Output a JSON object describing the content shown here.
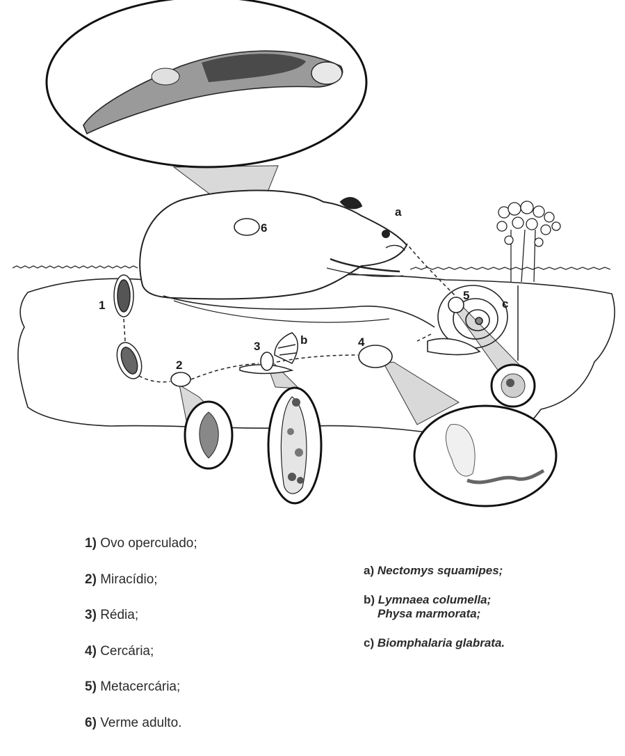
{
  "diagram": {
    "stage_labels": [
      "1",
      "2",
      "3",
      "4",
      "5",
      "6"
    ],
    "host_labels": [
      "a",
      "b",
      "c"
    ]
  },
  "legend": {
    "stages": [
      {
        "num": "1)",
        "text": "Ovo operculado;"
      },
      {
        "num": "2)",
        "text": "Miracídio;"
      },
      {
        "num": "3)",
        "text": "Rédia;"
      },
      {
        "num": "4)",
        "text": "Cercária;"
      },
      {
        "num": "5)",
        "text": "Metacercária;"
      },
      {
        "num": "6)",
        "text": "Verme adulto."
      }
    ],
    "hosts": {
      "a": {
        "key": "a)",
        "species": "Nectomys squamipes;"
      },
      "b": {
        "key": "b)",
        "species_1": "Lymnaea columella;",
        "species_2": "Physa marmorata;"
      },
      "c": {
        "key": "c)",
        "species": "Biomphalaria glabrata."
      }
    }
  }
}
